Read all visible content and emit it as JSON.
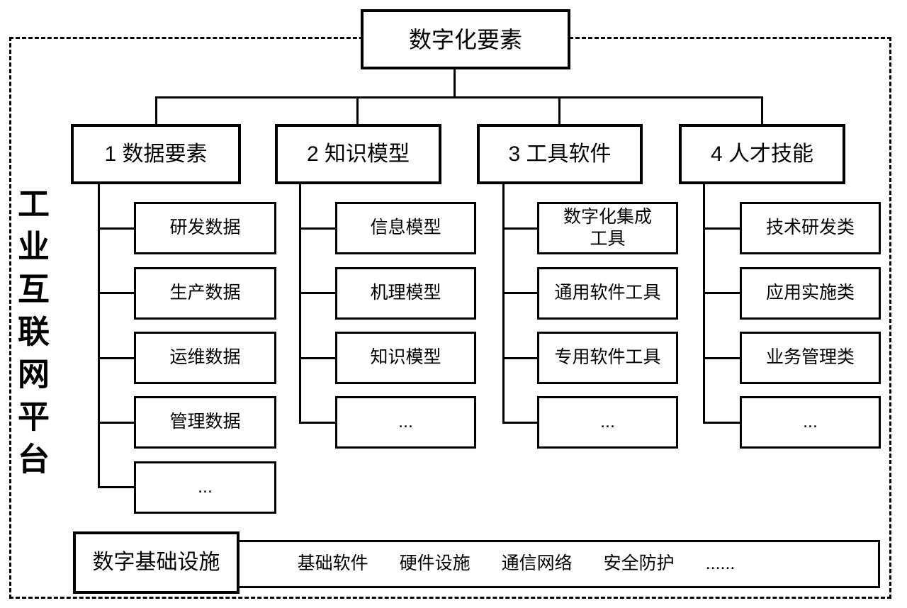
{
  "diagram": {
    "title": "数字化要素",
    "platform_label": "工业互联网平台",
    "categories": [
      {
        "label": "1 数据要素",
        "children": [
          "研发数据",
          "生产数据",
          "运维数据",
          "管理数据",
          "..."
        ]
      },
      {
        "label": "2 知识模型",
        "children": [
          "信息模型",
          "机理模型",
          "知识模型",
          "..."
        ]
      },
      {
        "label": "3 工具软件",
        "children": [
          "数字化集成\n工具",
          "通用软件工具",
          "专用软件工具",
          "..."
        ]
      },
      {
        "label": "4 人才技能",
        "children": [
          "技术研发类",
          "应用实施类",
          "业务管理类",
          "..."
        ]
      }
    ],
    "infrastructure": {
      "label": "数字基础设施",
      "items": [
        "基础软件",
        "硬件设施",
        "通信网络",
        "安全防护",
        "......"
      ]
    },
    "colors": {
      "line": "#000000",
      "background": "#ffffff"
    }
  }
}
